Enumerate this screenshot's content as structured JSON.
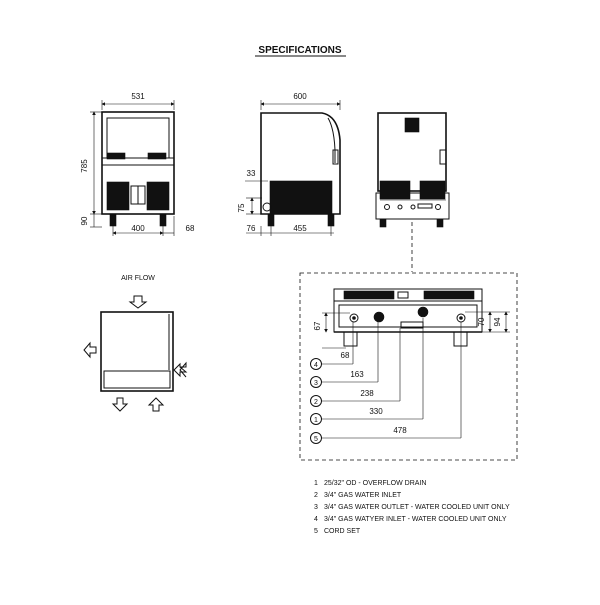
{
  "title": "SPECIFICATIONS",
  "dimensions": {
    "front_width": "531",
    "front_height": "785",
    "front_feet": "90",
    "front_feet_spacing": "400",
    "front_right_offset": "68",
    "side_width": "600",
    "side_height_33": "33",
    "side_height_75": "75",
    "side_left_76": "76",
    "side_bottom_455": "455",
    "detail_67": "67",
    "detail_68": "68",
    "detail_70": "70",
    "detail_94": "94",
    "detail_163": "163",
    "detail_238": "238",
    "detail_330": "330",
    "detail_478": "478"
  },
  "airflow_label": "AIR FLOW",
  "callouts": [
    "4",
    "3",
    "2",
    "1",
    "5"
  ],
  "legend": [
    {
      "num": "1",
      "text": "25/32\" OD - OVERFLOW DRAIN"
    },
    {
      "num": "2",
      "text": "3/4\" GAS WATER INLET"
    },
    {
      "num": "3",
      "text": "3/4\" GAS WATER OUTLET - WATER COOLED UNIT ONLY"
    },
    {
      "num": "4",
      "text": "3/4\" GAS WATYER INLET - WATER COOLED UNIT ONLY"
    },
    {
      "num": "5",
      "text": "CORD SET"
    }
  ]
}
